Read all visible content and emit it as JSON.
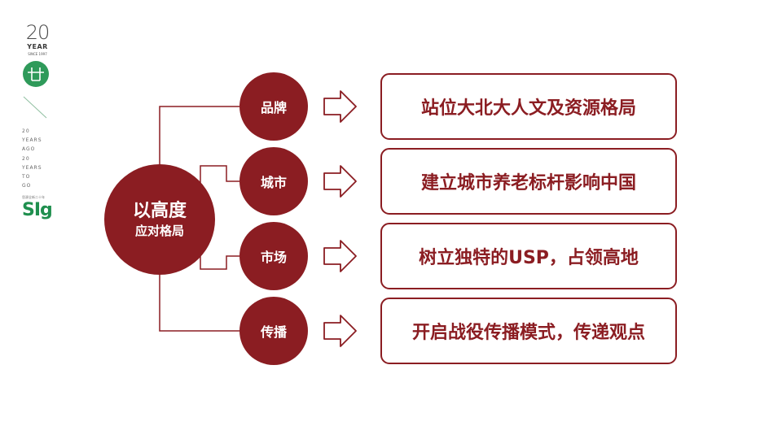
{
  "logo": {
    "number": "20",
    "year": "YEAR",
    "since": "SINCE 1997",
    "lines": [
      "20",
      "YEARS",
      "AGO",
      "20",
      "YEARS",
      "TO",
      "GO"
    ],
    "small": "思源全新二十年",
    "brand": "SIg",
    "brand_color": "#1f8f4e",
    "emblem_color": "#2f9a5a"
  },
  "diagram": {
    "accent_color": "#8b1d22",
    "center": {
      "title": "以高度",
      "subtitle": "应对格局"
    },
    "branches": [
      {
        "label": "品牌",
        "result": "站位大北大人文及资源格局"
      },
      {
        "label": "城市",
        "result": "建立城市养老标杆影响中国"
      },
      {
        "label": "市场",
        "result": "树立独特的USP，占领高地"
      },
      {
        "label": "传播",
        "result": "开启战役传播模式，传递观点"
      }
    ]
  }
}
